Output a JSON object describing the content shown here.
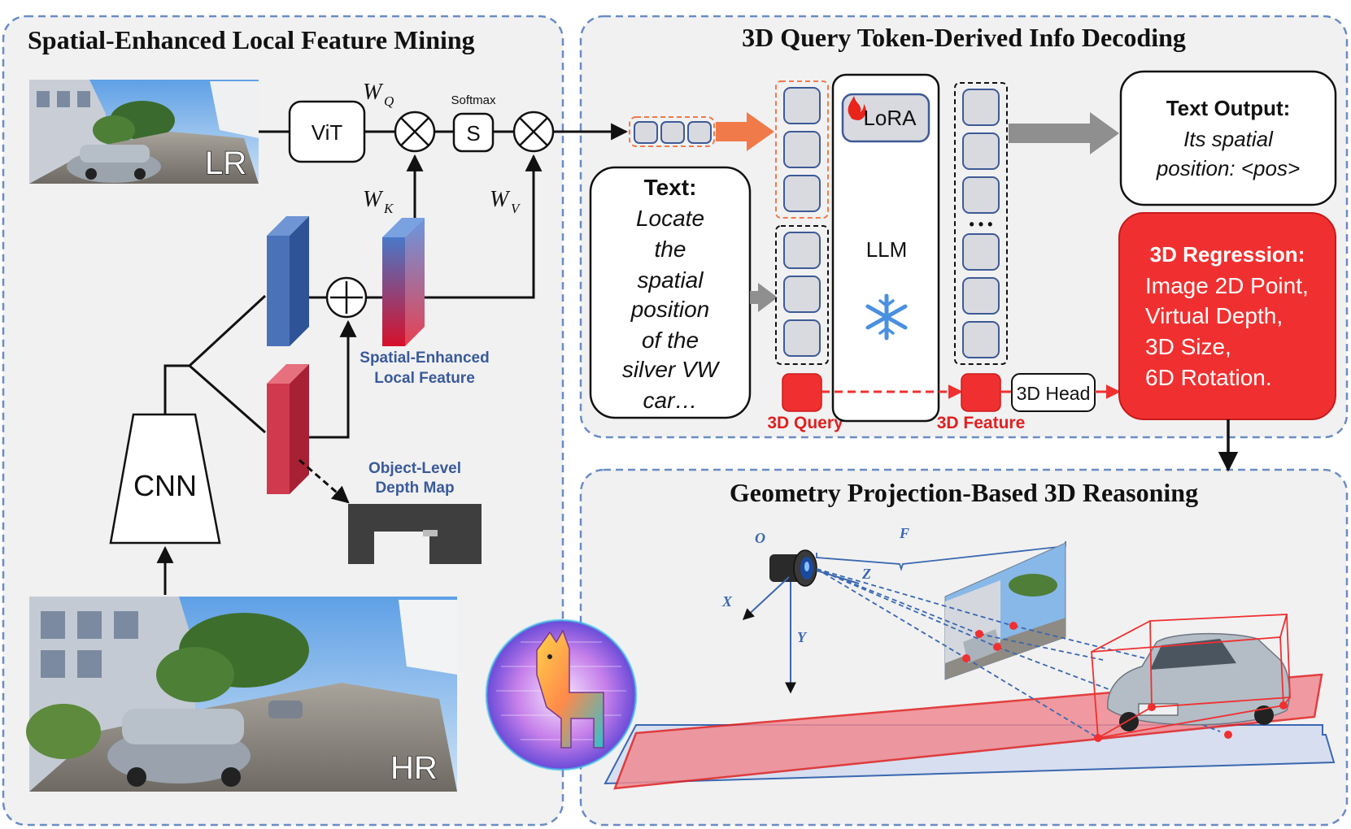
{
  "panels": {
    "left_title": "Spatial-Enhanced Local Feature Mining",
    "top_right_title": "3D Query Token-Derived Info Decoding",
    "bottom_right_title": "Geometry Projection-Based 3D Reasoning"
  },
  "left": {
    "lr_label": "LR",
    "hr_label": "HR",
    "vit": "ViT",
    "softmax_caption": "Softmax",
    "softmax_box": "S",
    "wq_main": "W",
    "wq_sub": "Q",
    "wk_main": "W",
    "wk_sub": "K",
    "wv_main": "W",
    "wv_sub": "V",
    "cnn": "CNN",
    "spatial_feature_line1": "Spatial-Enhanced",
    "spatial_feature_line2": "Local Feature",
    "depth_map_line1": "Object-Level",
    "depth_map_line2": "Depth Map"
  },
  "top_right": {
    "text_input_title": "Text:",
    "text_input_lines": [
      "Locate",
      "the",
      "spatial",
      "position",
      "of the",
      "silver VW",
      "car…"
    ],
    "lora": "LoRA",
    "llm": "LLM",
    "dots": "• • •",
    "query_label": "3D Query",
    "feature_label": "3D Feature",
    "head": "3D Head",
    "output_title": "Text Output:",
    "output_lines": [
      "Its spatial",
      "position: <pos>"
    ],
    "regression_title": "3D Regression:",
    "regression_lines": [
      "Image 2D Point,",
      "Virtual Depth,",
      "3D Size,",
      "6D Rotation."
    ]
  },
  "bottom_right": {
    "o": "O",
    "f": "F",
    "z": "Z",
    "x": "X",
    "y": "Y"
  },
  "colors": {
    "panel_border": "#6a8cc4",
    "panel_bg": "#f1f1f2",
    "red": "#f03030",
    "blue_block": "#4a72b8",
    "token_fill": "#d9dadf",
    "token_stroke": "#3e5a96",
    "orange": "#f07a4a",
    "gray_arrow": "#8f8f8f"
  },
  "icons": [
    "multiply-icon",
    "add-icon",
    "flame-icon",
    "snowflake-icon",
    "camera-icon",
    "llama-logo-icon"
  ]
}
